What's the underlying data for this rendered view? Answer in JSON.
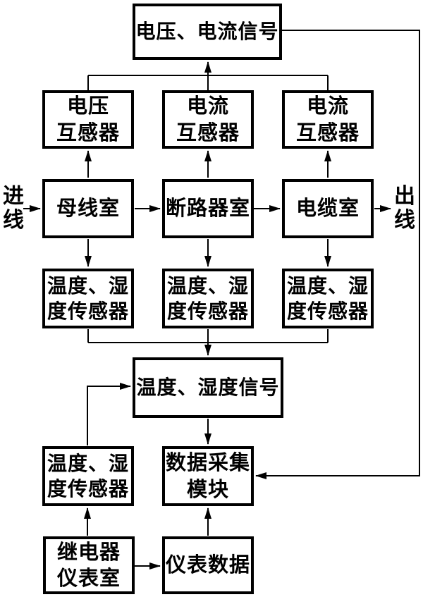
{
  "diagram": {
    "nodes": {
      "voltage_current_signal": "电压、电流信号",
      "voltage_transformer": "电压\n互感器",
      "current_transformer_1": "电流\n互感器",
      "current_transformer_2": "电流\n互感器",
      "busbar_room": "母线室",
      "breaker_room": "断路器室",
      "cable_room": "电缆室",
      "temp_humidity_sensor_1": "温度、湿\n度传感器",
      "temp_humidity_sensor_2": "温度、湿\n度传感器",
      "temp_humidity_sensor_3": "温度、湿\n度传感器",
      "temp_humidity_signal": "温度、湿度信号",
      "temp_humidity_sensor_4": "温度、湿\n度传感器",
      "data_acquisition_module": "数据采集\n模块",
      "relay_instrument_room": "继电器\n仪表室",
      "instrument_data": "仪表数据"
    },
    "flow_labels": {
      "incoming": "进\n线",
      "outgoing": "出\n线"
    },
    "colors": {
      "line": "#000000",
      "background": "#ffffff"
    }
  }
}
